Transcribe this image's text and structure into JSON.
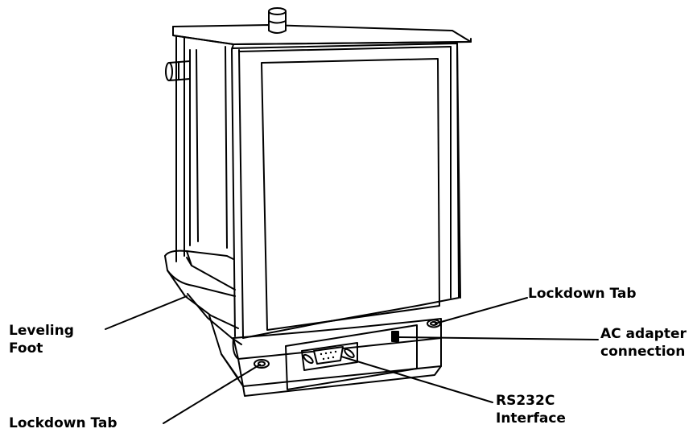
{
  "labels": {
    "leveling_foot": [
      "Leveling",
      "Foot"
    ],
    "lockdown_tab_bottom": "Lockdown Tab",
    "lockdown_tab_right": "Lockdown Tab",
    "ac_adapter": [
      "AC adapter",
      "connection"
    ],
    "rs232c": [
      "RS232C",
      "Interface"
    ]
  },
  "colors": {
    "line": "#000000",
    "background": "#ffffff"
  }
}
